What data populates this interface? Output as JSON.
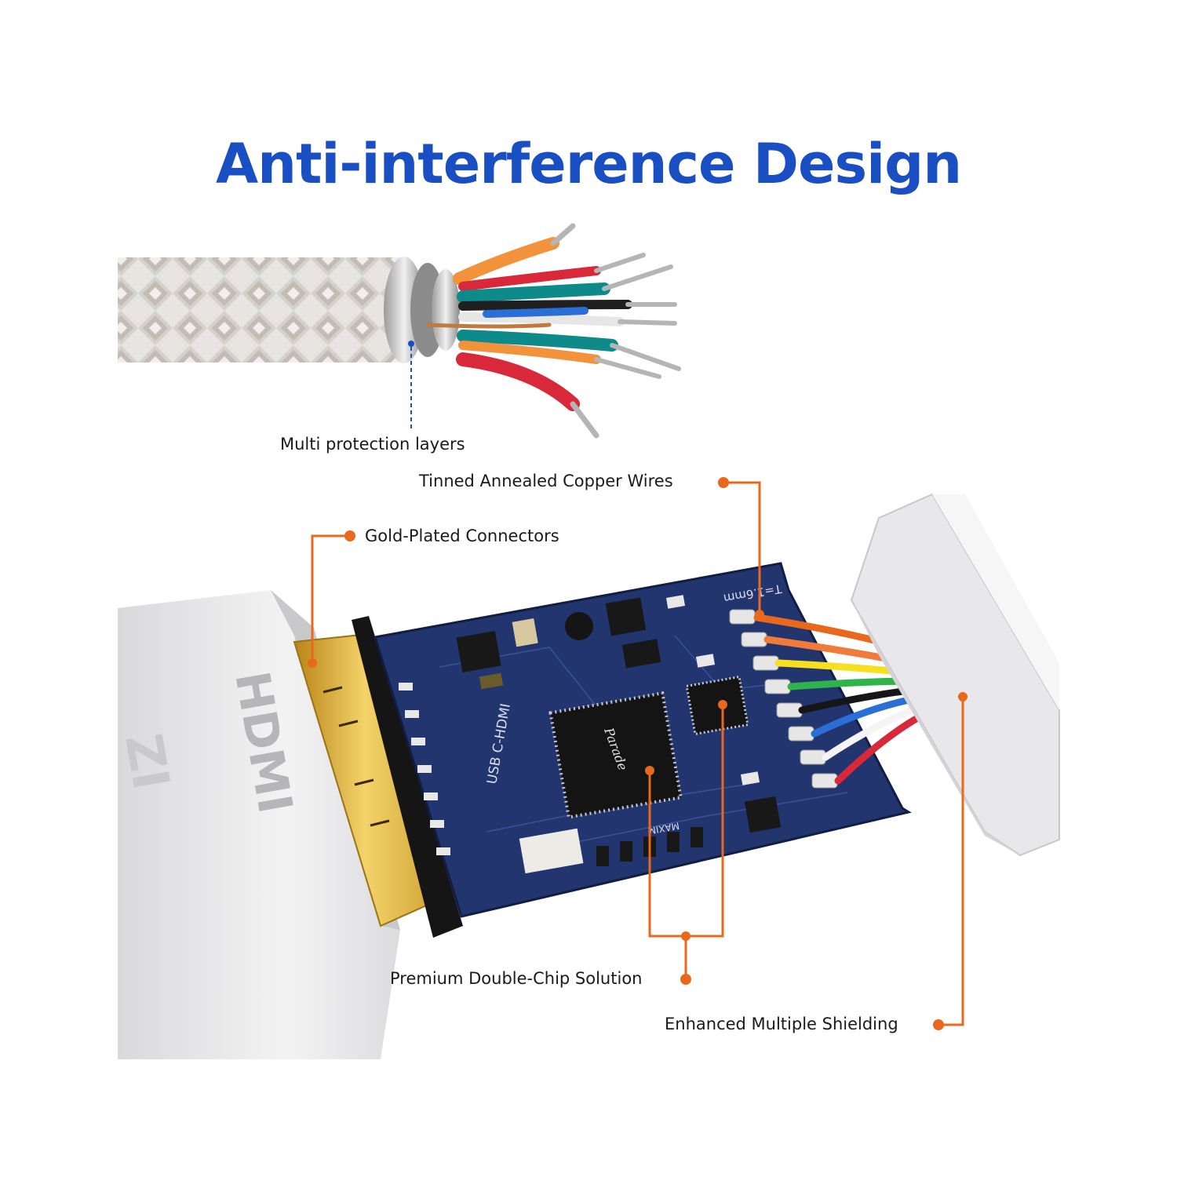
{
  "title": "Anti-interference Design",
  "colors": {
    "title": "#1a4fc4",
    "callout": "#e8681c",
    "pcb": "#23356f",
    "gold": "#e3b43c"
  },
  "pcb_texts": {
    "board_label": "USB C-HDMI",
    "thickness": "T=1.6mm",
    "chip_brand": "Parade",
    "chip_marking": "MAXIM",
    "connector_brand": "HDMI",
    "case_brand": "ZI"
  },
  "callouts": {
    "multi_protection": "Multi protection layers",
    "copper_wires": "Tinned Annealed Copper Wires",
    "gold_connectors": "Gold-Plated Connectors",
    "double_chip": "Premium Double-Chip Solution",
    "shielding": "Enhanced Multiple Shielding"
  }
}
